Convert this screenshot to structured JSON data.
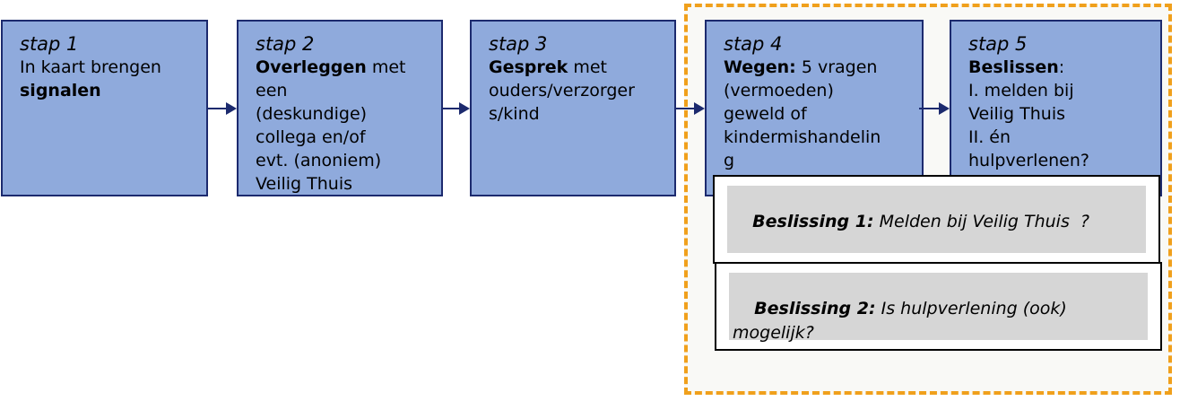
{
  "steps": [
    {
      "title": "stap 1",
      "text_parts": [
        {
          "t": "In kaart brengen\n"
        },
        {
          "t": "signalen",
          "b": true
        }
      ]
    },
    {
      "title": "stap 2",
      "text_parts": [
        {
          "t": "Overleggen",
          "b": true
        },
        {
          "t": " met\neen\n(deskundige)\ncollega en/of\nevt. (anoniem)\nVeilig Thuis"
        }
      ]
    },
    {
      "title": "stap 3",
      "text_parts": [
        {
          "t": "Gesprek",
          "b": true
        },
        {
          "t": " met\nouders/verzorger\ns/kind"
        }
      ]
    },
    {
      "title": "stap 4",
      "text_parts": [
        {
          "t": "Wegen:",
          "b": true
        },
        {
          "t": " 5 vragen\n(vermoeden)\ngeweld of\nkindermishandelin\ng"
        }
      ]
    },
    {
      "title": "stap 5",
      "text_parts": [
        {
          "t": "Beslissen",
          "b": true
        },
        {
          "t": ":\nI. melden bij\nVeilig Thuis\nII. én\nhulpverlenen?"
        }
      ]
    }
  ],
  "decisions": [
    {
      "label": "Beslissing 1:",
      "text": " Melden bij Veilig Thuis  ?"
    },
    {
      "label": "Beslissing 2:",
      "text": " Is hulpverlening (ook)\nmogelijk?"
    }
  ],
  "colors": {
    "box_fill": "#8faadc",
    "box_border": "#1c2a6e",
    "dash": "#f0a01c",
    "arrow": "#1c2a6e"
  }
}
